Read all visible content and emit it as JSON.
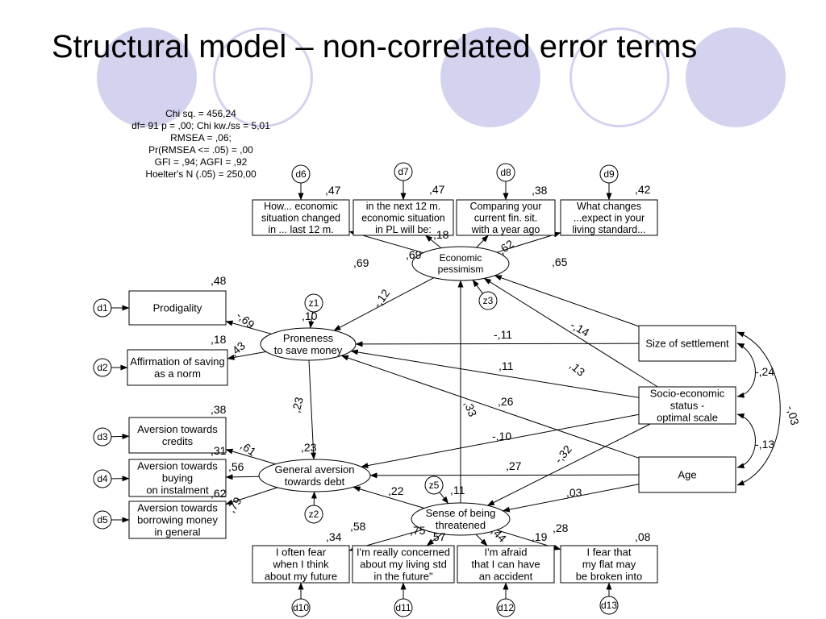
{
  "slide": {
    "title": "Structural model – non-correlated error terms",
    "accent_color": "#d3d3f0"
  },
  "fit_stats": [
    "Chi sq. = 456,24",
    "df= 91   p = ,00;  Chi kw./ss = 5,01",
    "RMSEA = ,06;",
    "Pr(RMSEA <= .05) = ,00",
    "GFI = ,94;   AGFI = ,92",
    "Hoelter's N (.05) = 250,00"
  ],
  "latent": {
    "econ": [
      "Economic",
      "pessimism"
    ],
    "prone": [
      "Proneness",
      "to save money"
    ],
    "avers": [
      "General aversion",
      "towards debt"
    ],
    "threat": [
      "Sense of being",
      "threatened"
    ]
  },
  "observed": {
    "o1": [
      "How... economic",
      "situation changed",
      "in ... last 12 m."
    ],
    "o2": [
      "in the next 12 m.",
      "economic situation",
      "in PL will be:"
    ],
    "o3": [
      "Comparing your",
      "current fin. sit.",
      "with a year ago"
    ],
    "o4": [
      "What changes",
      "...expect in your",
      "living standard..."
    ],
    "prod": [
      "Prodigality"
    ],
    "aff": [
      "Affirmation of saving",
      "as a norm"
    ],
    "avc": [
      "Aversion towards",
      "credits"
    ],
    "avb": [
      "Aversion towards",
      "buying",
      "on instalment"
    ],
    "avm": [
      "Aversion towards",
      "borrowing money",
      "in general"
    ],
    "t1": [
      "I often fear",
      "when I think",
      "about my future"
    ],
    "t2": [
      "I'm really concerned",
      "about my living std",
      "in the future\""
    ],
    "t3": [
      "I'm afraid",
      "that I can have",
      "an accident"
    ],
    "t4": [
      "I fear that",
      "my flat may",
      "be broken into"
    ],
    "size": [
      "Size of settlement"
    ],
    "ses": [
      "Socio-economic",
      "status -",
      "optimal scale"
    ],
    "age": [
      "Age"
    ]
  },
  "errors": {
    "d6": "d6",
    "d7": "d7",
    "d8": "d8",
    "d9": "d9",
    "d1": "d1",
    "d2": "d2",
    "d3": "d3",
    "d4": "d4",
    "d5": "d5",
    "d10": "d10",
    "d11": "d11",
    "d12": "d12",
    "d13": "d13",
    "z1": "z1",
    "z2": "z2",
    "z3": "z3",
    "z5": "z5"
  },
  "coefficients": {
    "r2_o1": ",47",
    "r2_o2": ",47",
    "r2_o3": ",38",
    "r2_o4": ",42",
    "l_o1": ",69",
    "l_o2": ",69",
    "r2_econ": ",18",
    "l_o3": ",62",
    "l_o4": ",65",
    "r2_prod": ",48",
    "l_prod": "-,69",
    "r2_aff": ",18",
    "l_aff": ",43",
    "r2_prone": ",10",
    "p_econ_prone": "-,12",
    "p_size_prone": "-,11",
    "p_ses_prone": ",11",
    "p_age_prone": ",26",
    "p_size_econ": "-,14",
    "p_ses_econ": ",13",
    "p_threat_econ": ",33",
    "p_prone_avers": ",23",
    "r2_avers": ",23",
    "r2_avc": ",38",
    "l_avc": ",61",
    "r2_avb": ",31",
    "l_avb": ",56",
    "r2_avm": ",62",
    "l_avm": ",79",
    "p_ses_avers": "-,10",
    "p_age_avers": ",27",
    "p_ses_threat": "-,32",
    "p_age_threat": ",03",
    "p_threat_avers": ",22",
    "r2_threat": ",11",
    "cov_size_ses": "-,24",
    "cov_ses_age": "-,13",
    "cov_size_age": "-,03",
    "l_t1": ",58",
    "r2_t1": ",34",
    "l_t2": ",75",
    "r2_t2": ",57",
    "l_t3": ",44",
    "r2_t3": ",19",
    "l_t4": ",28",
    "r2_t4": ",08"
  }
}
